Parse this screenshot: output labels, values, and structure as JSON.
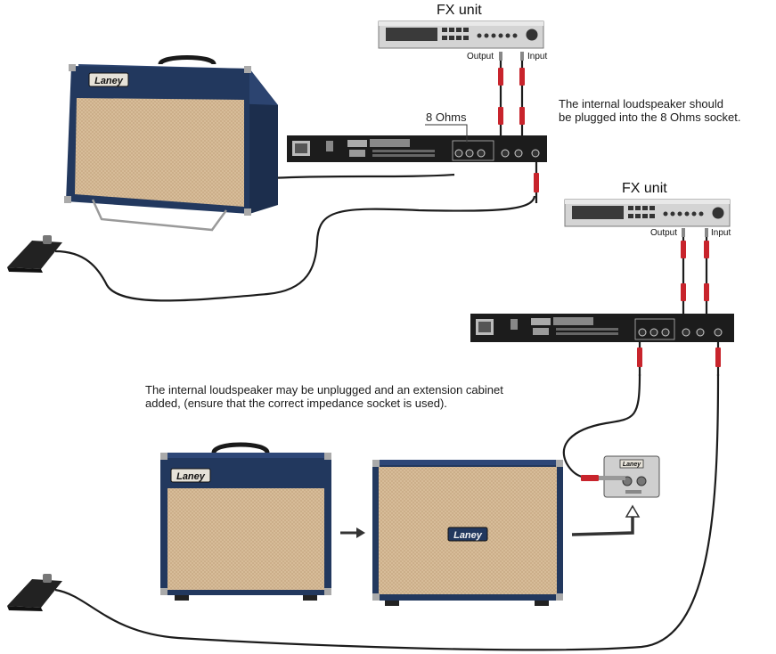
{
  "fx_unit_top": {
    "title": "FX unit",
    "output_label": "Output",
    "input_label": "Input"
  },
  "fx_unit_bottom": {
    "title": "FX unit",
    "output_label": "Output",
    "input_label": "Input"
  },
  "ohms_label": "8 Ohms",
  "note_top": "The internal loudspeaker should\nbe plugged into the 8 Ohms socket.",
  "note_bottom": "The internal loudspeaker may be unplugged and an extension cabinet\nadded, (ensure that the correct impedance socket is used).",
  "brand_logos": {
    "combo_top": "Laney",
    "combo_bottom": "Laney",
    "extension_cab": "Laney",
    "speaker_plate": "Laney"
  },
  "colors": {
    "tolex_blue": "#22385e",
    "grille": "#d7bc98",
    "rack_black": "#1b1b1b",
    "cable_red": "#c8242c",
    "fx_gray": "#cfcfcf"
  }
}
